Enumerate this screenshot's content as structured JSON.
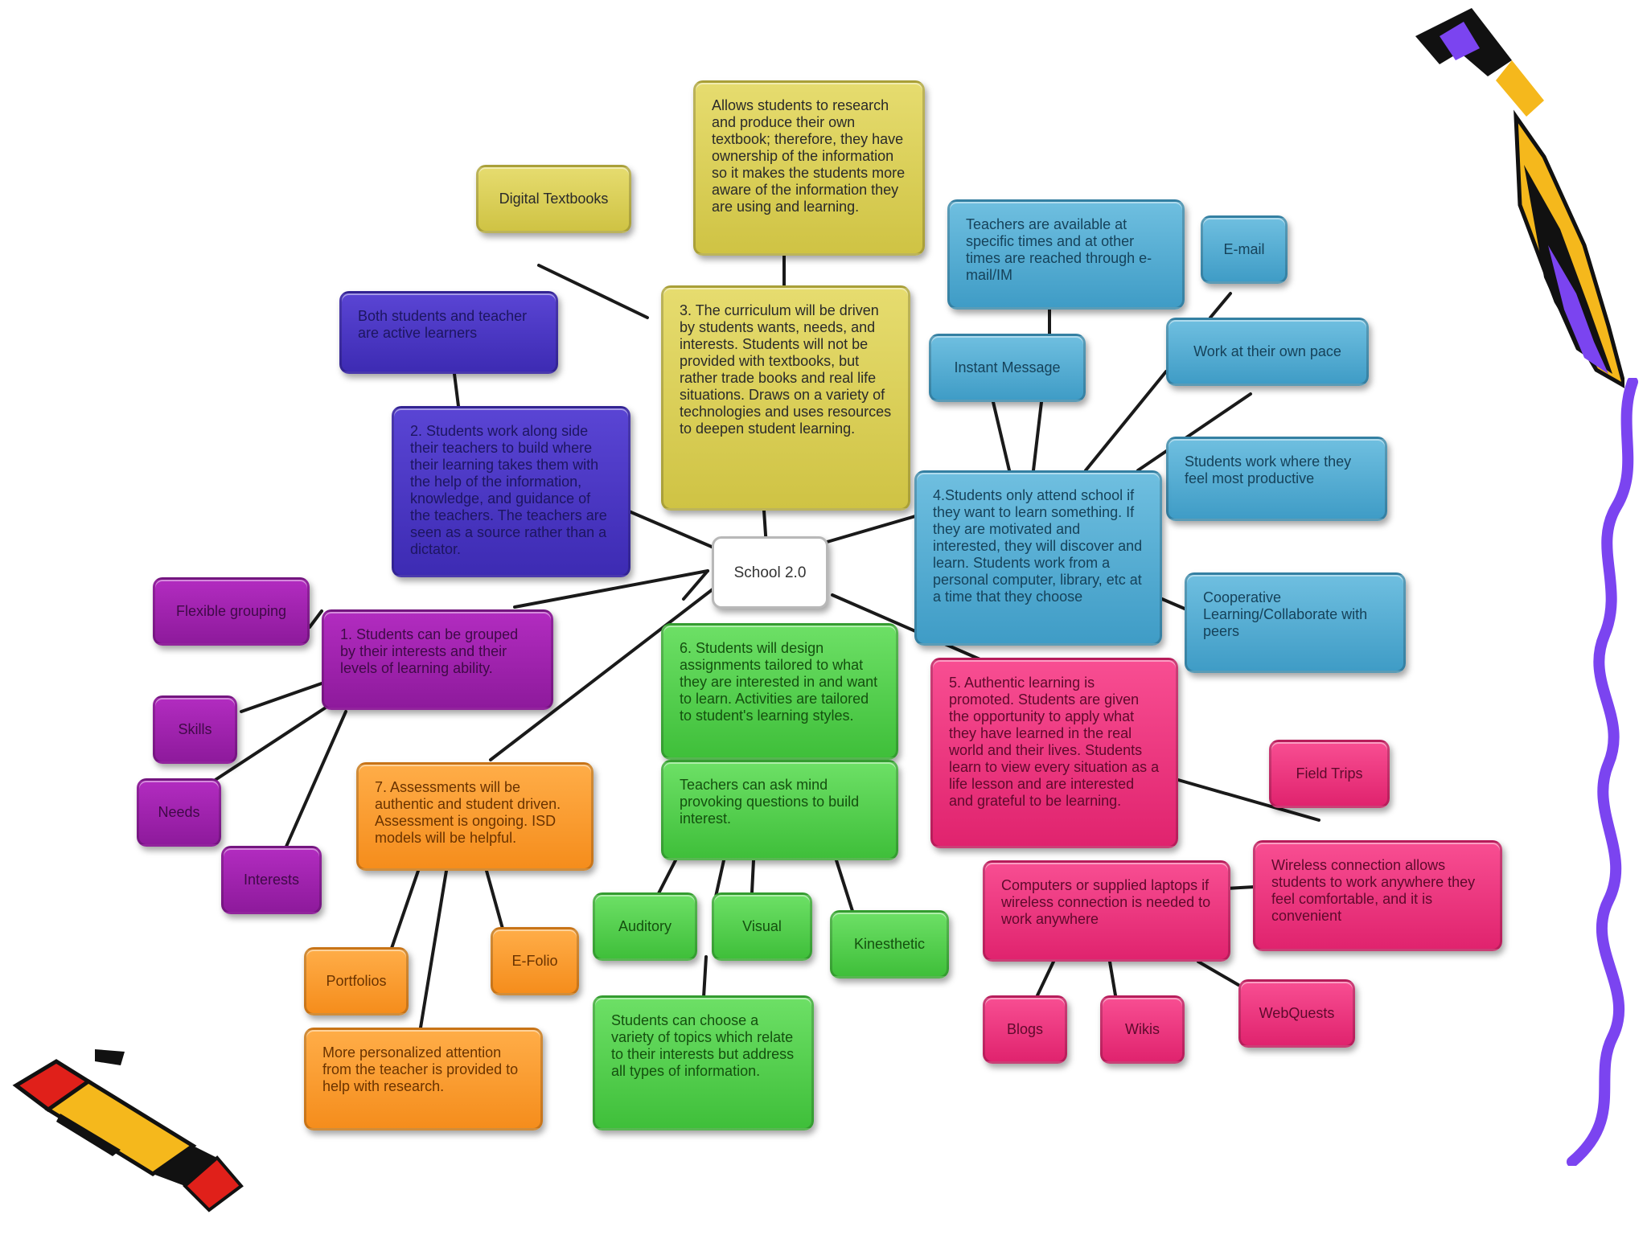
{
  "center": "School 2.0",
  "nodes": {
    "digital_textbooks": "Digital Textbooks",
    "yellow_research": "Allows students to research and produce their own textbook; therefore, they have ownership of the information so it makes the students more aware of the information they are using and learning.",
    "curriculum": "3. The curriculum will be driven by students wants, needs, and interests. Students will not be provided with textbooks, but rather trade books and real life situations. Draws on a variety of technologies and uses resources to deepen student learning.",
    "both_learners": "Both students and teacher are active learners",
    "work_alongside": "2. Students work along side their teachers to build where their learning takes them with the help of the information, knowledge, and guidance of the teachers. The teachers are seen as a source rather than a dictator.",
    "flexible_grouping": "Flexible grouping",
    "grouped": "1. Students can be grouped by their interests and their levels of learning ability.",
    "skills": "Skills",
    "needs": "Needs",
    "interests": "Interests",
    "assessments": "7. Assessments will be authentic and student driven. Assessment is ongoing. ISD models will be helpful.",
    "portfolios": "Portfolios",
    "efolio": "E-Folio",
    "personalized": "More personalized attention from the teacher is provided to help with research.",
    "design_assignments": "6. Students will design assignments tailored to what they are interested in and want to learn. Activities are tailored to student's learning styles.",
    "thought_questions": "Teachers can ask mind provoking questions to build interest.",
    "auditory": "Auditory",
    "visual": "Visual",
    "kinesthetic": "Kinesthetic",
    "choose_topics": "Students can choose a variety of topics which relate to their interests but address all types of information.",
    "teachers_available": "Teachers are available at specific times and at other times are reached through e-mail/IM",
    "email": "E-mail",
    "instant_message": "Instant Message",
    "own_pace": "Work at their own pace",
    "where_productive": "Students work where they feel most productive",
    "attend_school": "4.Students only attend school if they want to learn something. If they are motivated and interested, they will discover and learn. Students work from a personal computer, library, etc at a time that they choose",
    "cooperative": "Cooperative Learning/Collaborate with peers",
    "authentic_learning": "5. Authentic learning is promoted. Students are given the opportunity to apply what they have learned in the real world and their lives. Students learn to view every situation as a life lesson and are interested and grateful to be learning.",
    "field_trips": "Field Trips",
    "computers": "Computers or supplied laptops if wireless connection is needed to work anywhere",
    "wireless": "Wireless connection allows students to work anywhere they feel comfortable, and it is convenient",
    "blogs": "Blogs",
    "wikis": "Wikis",
    "webquests": "WebQuests"
  },
  "colors": {
    "yellow": "#d8cd55",
    "indigo": "#4a36c4",
    "purple": "#a022ae",
    "blue": "#55aed4",
    "green": "#55d050",
    "orange": "#fa9a30",
    "pink": "#ec3580",
    "decoration_violet": "#7b44f0",
    "decoration_gold": "#f5b81c",
    "decoration_red": "#e0201a"
  },
  "decorations": [
    "pencil-icon",
    "pencil-icon",
    "squiggle-line"
  ]
}
